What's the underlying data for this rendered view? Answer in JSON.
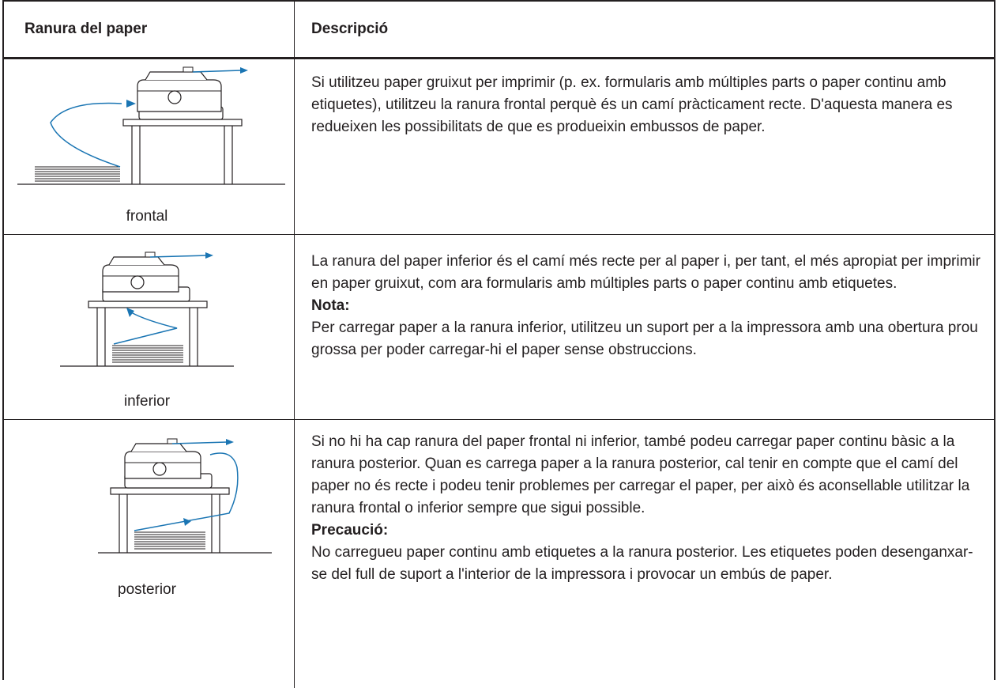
{
  "table": {
    "headers": {
      "slot": "Ranura del paper",
      "description": "Descripció"
    },
    "rows": [
      {
        "slot": "frontal",
        "description": "Si utilitzeu paper gruixut per imprimir (p. ex. formularis amb múltiples parts o paper continu amb etiquetes), utilitzeu la ranura frontal perquè és un camí pràcticament recte. D'aquesta manera es redueixen les possibilitats de que es produeixin embussos de paper."
      },
      {
        "slot": "inferior",
        "description": "La ranura del paper inferior és el camí més recte per al paper i, per tant, el més apropiat per imprimir en paper gruixut, com ara formularis amb múltiples parts o paper continu amb etiquetes.",
        "note_title": "Nota:",
        "note_text": "Per carregar paper a la ranura inferior, utilitzeu un suport per a la impressora amb una obertura prou grossa per poder carregar-hi el paper sense obstruccions."
      },
      {
        "slot": "posterior",
        "description": "Si no hi ha cap ranura del paper frontal ni inferior, també podeu carregar paper continu bàsic a la ranura posterior. Quan es carrega paper a la ranura posterior, cal tenir en compte que el camí del paper no és recte i podeu tenir problemes per carregar el paper, per això és aconsellable utilitzar la ranura frontal o inferior sempre que sigui possible.",
        "note_title": "Precaució:",
        "note_text": "No carregueu paper continu amb etiquetes a la ranura posterior. Les etiquetes poden desenganxar-se del full de suport a l'interior de la impressora i provocar un embús de paper."
      }
    ]
  },
  "colors": {
    "text": "#231f20",
    "arrow": "#1a75b3",
    "border": "#231f20"
  }
}
